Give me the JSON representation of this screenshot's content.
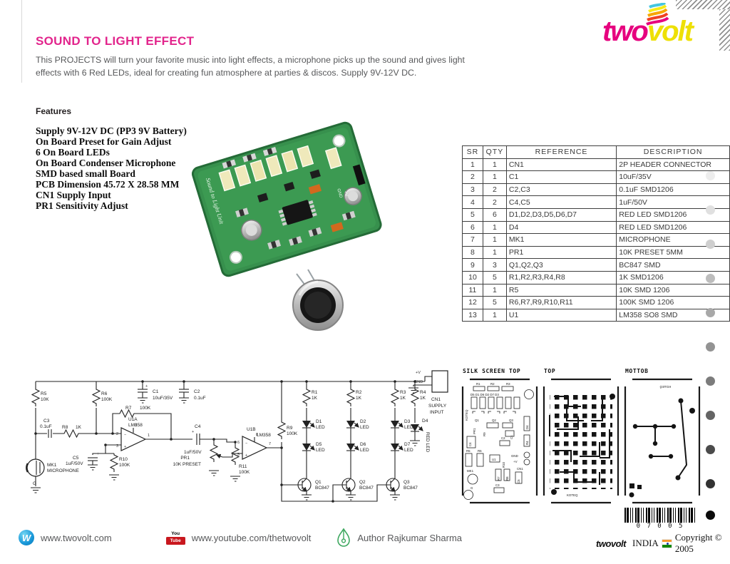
{
  "header": {
    "title": "SOUND TO LIGHT EFFECT",
    "description_line1": "This PROJECTS  will turn your favorite music into light effects,  a microphone picks up the sound and gives   light",
    "description_line2": "effects with 6 Red LEDs, ideal for creating fun atmosphere at parties & discos. Supply 9V-12V DC.",
    "title_color": "#e2248c"
  },
  "logo": {
    "word1": "two",
    "word2": "volt",
    "word1_color": "#e6007e",
    "word2_color": "#eee005"
  },
  "features": {
    "heading": "Features",
    "items": [
      "Supply 9V-12V DC (PP3 9V Battery)",
      "On Board Preset for Gain Adjust",
      "6 On Board LEDs",
      "On Board Condenser Microphone",
      "SMD based small Board",
      "PCB Dimension 45.72 X 28.58 MM",
      "CN1 Supply Input",
      "PR1 Sensitivity Adjust"
    ]
  },
  "photo": {
    "silk_text": "Sound to Light Unit"
  },
  "parts_table": {
    "headers": [
      "SR",
      "QTY",
      "REFERENCE",
      "DESCRIPTION"
    ],
    "rows": [
      [
        "1",
        "1",
        "CN1",
        "2P HEADER CONNECTOR"
      ],
      [
        "2",
        "1",
        "C1",
        "10uF/35V"
      ],
      [
        "3",
        "2",
        "C2,C3",
        "0.1uF SMD1206"
      ],
      [
        "4",
        "2",
        "C4,C5",
        "1uF/50V"
      ],
      [
        "5",
        "6",
        "D1,D2,D3,D5,D6,D7",
        "RED LED SMD1206"
      ],
      [
        "6",
        "1",
        "D4",
        "RED LED SMD1206"
      ],
      [
        "7",
        "1",
        "MK1",
        "MICROPHONE"
      ],
      [
        "8",
        "1",
        "PR1",
        "10K PRESET 5MM"
      ],
      [
        "9",
        "3",
        "Q1,Q2,Q3",
        "BC847 SMD"
      ],
      [
        "10",
        "5",
        "R1,R2,R3,R4,R8",
        "1K SMD1206"
      ],
      [
        "11",
        "1",
        "R5",
        "10K SMD 1206"
      ],
      [
        "12",
        "5",
        "R6,R7,R9,R10,R11",
        "100K SMD 1206"
      ],
      [
        "13",
        "1",
        "U1",
        "LM358 SO8 SMD"
      ]
    ]
  },
  "schematic": {
    "labels": {
      "r5": "R5",
      "v10k": "10K",
      "r6": "R6",
      "v100k": "100K",
      "c3": "C3",
      "c3v": "0.1uF",
      "r8": "R8",
      "v1k": "1K",
      "mk1": "MK1",
      "mic": "MICROPHONE",
      "g": "G",
      "c5": "C5",
      "c5v": "1uF/50V",
      "r10": "R10",
      "u1a": "U1A",
      "u1b": "U1B",
      "lm358": "LM358",
      "r7": "R7",
      "c1": "C1",
      "c1v": "10uF/35V",
      "c2": "C2",
      "c2v": "0.1uF",
      "c4": "C4",
      "c4v": "1uF/50V",
      "pr1": "PR1",
      "pr1v": "10K PRESET",
      "r11": "R11",
      "r9": "R9",
      "r1": "R1",
      "r2": "R2",
      "r3": "R3",
      "r4": "R4",
      "d1": "D1",
      "d2": "D2",
      "d3": "D3",
      "d4": "D4",
      "d5": "D5",
      "d6": "D6",
      "d7": "D7",
      "led": "LED",
      "redled": "RED LED",
      "q1": "Q1",
      "q2": "Q2",
      "q3": "Q3",
      "bc847": "BC847",
      "pv": "+V",
      "gnd": "GND",
      "cn1": "CN1",
      "supply": "SUPPLY",
      "input": "INPUT",
      "plus": "+",
      "pins": {
        "p1": "1",
        "p2": "2",
        "p3": "3",
        "p5": "5",
        "p6": "6",
        "p7": "7",
        "p8": "8"
      }
    }
  },
  "pcb_layouts": {
    "silk_title": "SILK SCREEN TOP",
    "top_title": "TOP",
    "bottom_title": "MOTTOB",
    "brand": "KOTEQ",
    "d_row": "D5 D1 D6 D2 D7 D3",
    "u1": "U1"
  },
  "footer": {
    "w_badge": "W",
    "website": "www.twovolt.com",
    "yt_top": "You",
    "yt_bottom": "Tube",
    "youtube_url": "www.youtube.com/thetwovolt",
    "author": "Author Rajkumar Sharma"
  },
  "imprint": {
    "barcode_digits": "0 7 0 0 5",
    "brand": "twovolt",
    "country": "INDIA",
    "copyright": "Copyright © 2005"
  }
}
